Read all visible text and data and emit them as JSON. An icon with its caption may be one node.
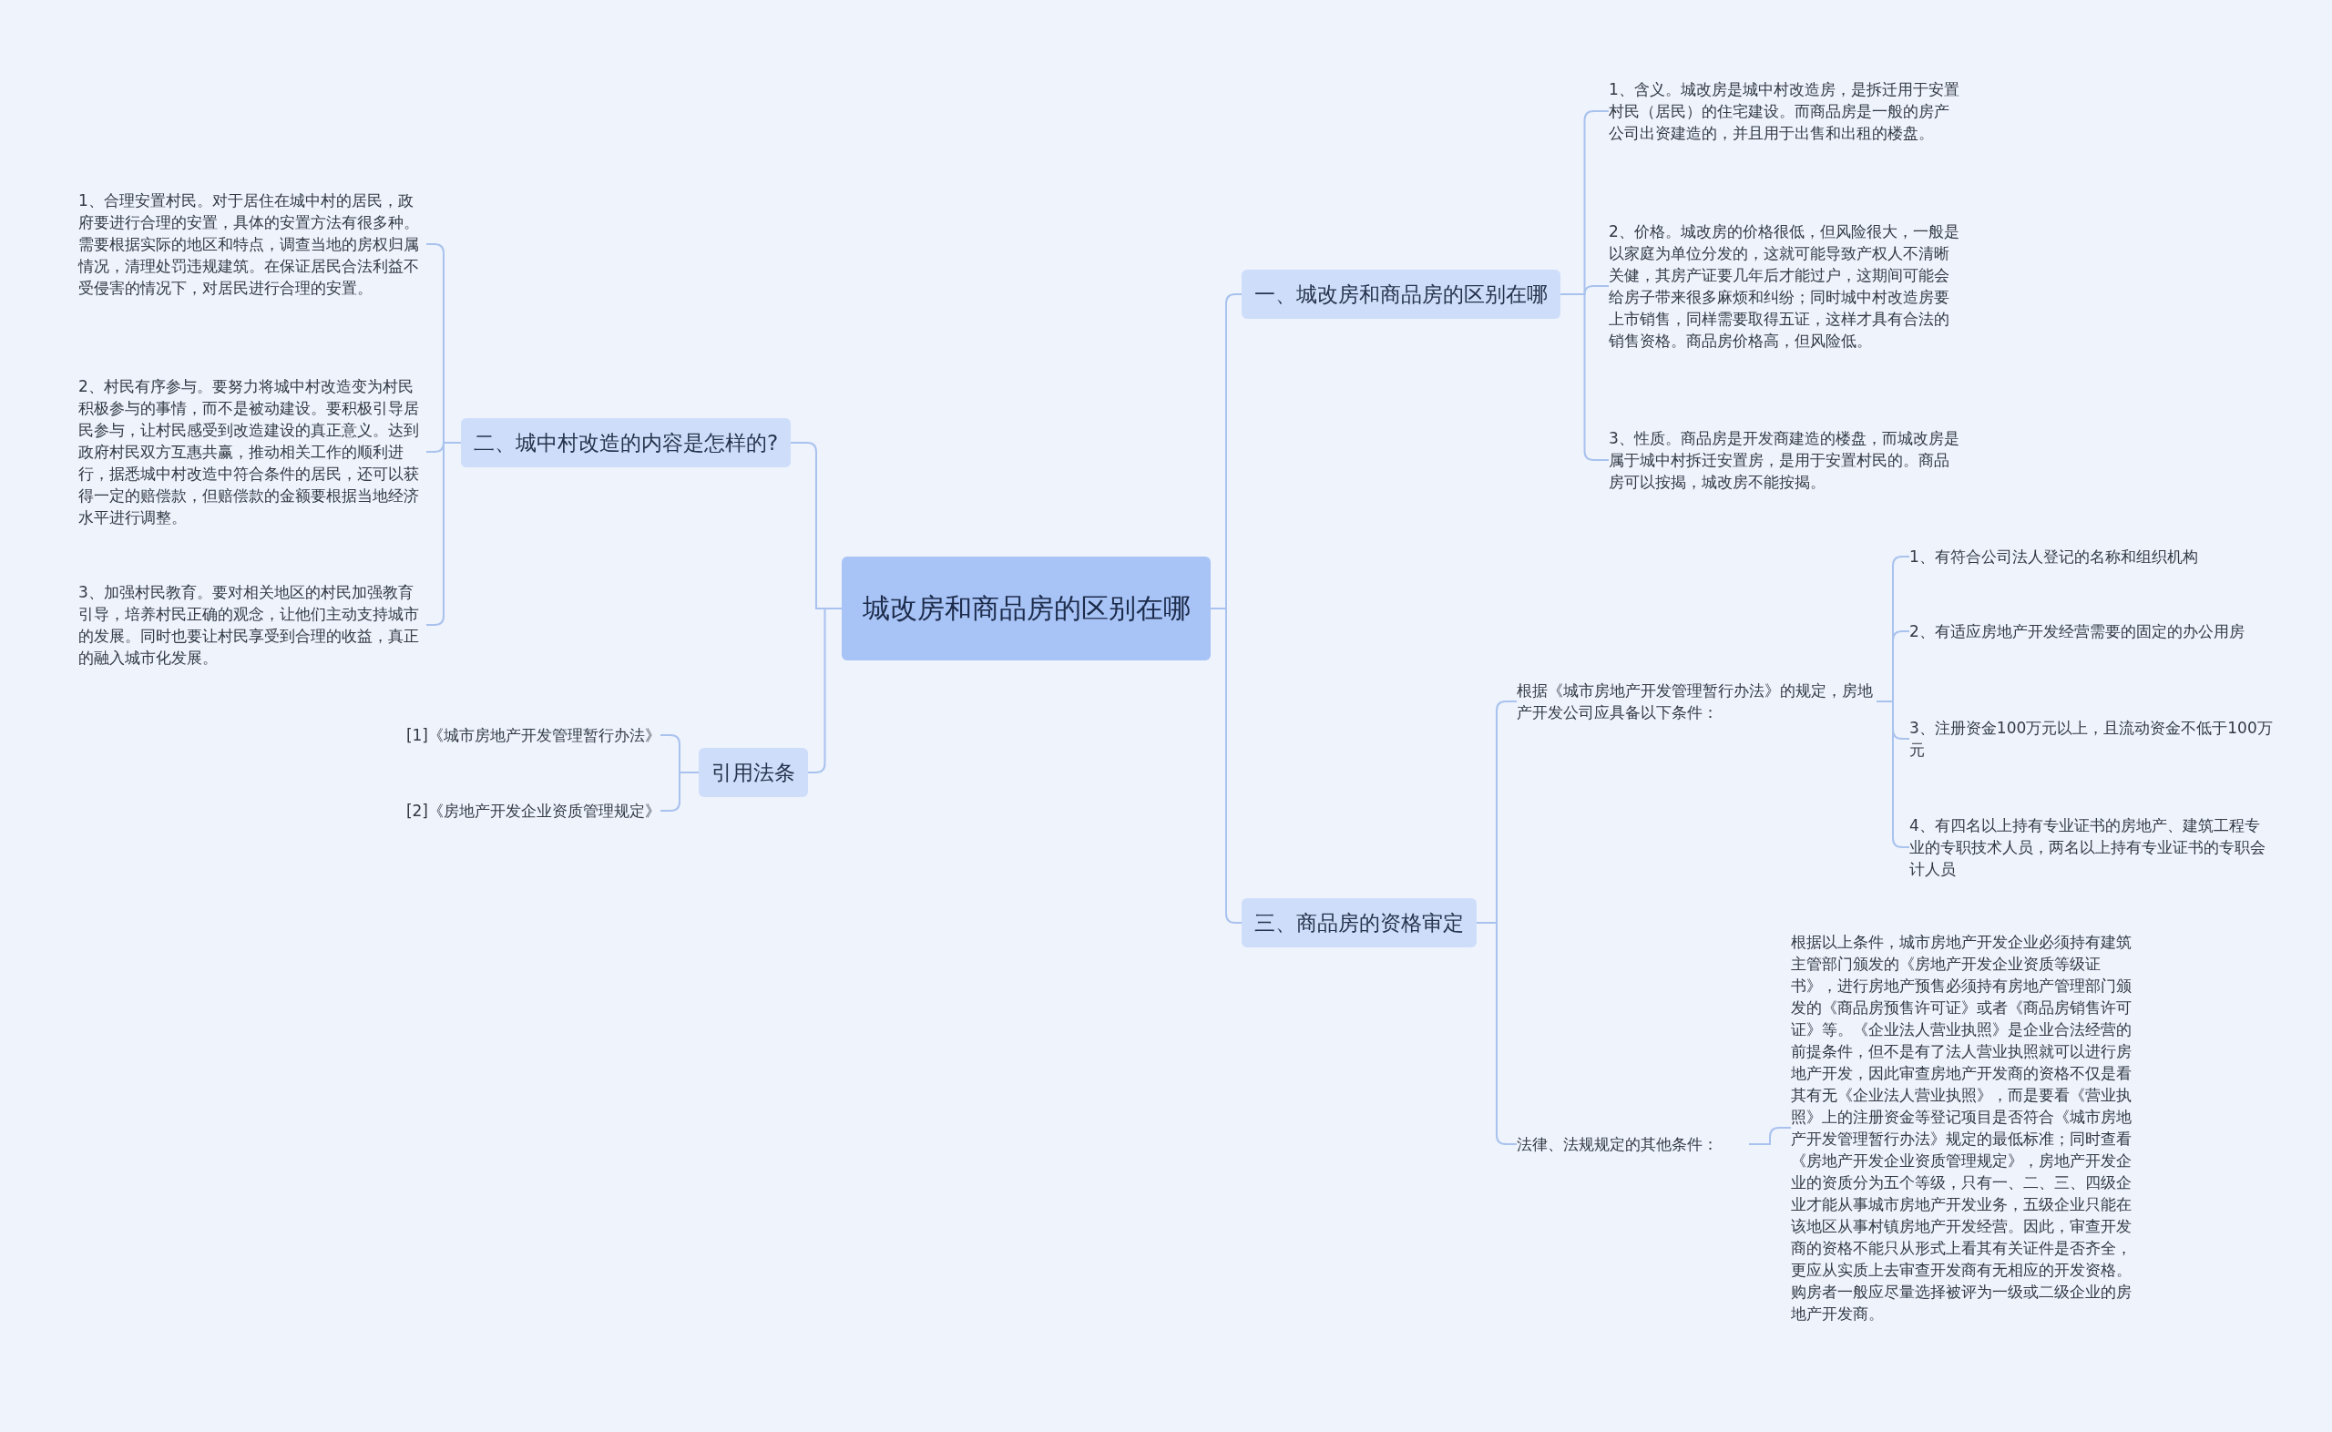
{
  "diagram": {
    "nodes": [
      {
        "text": [
          "城改房和商品房的区别在哪"
        ]
      },
      {
        "text": [
          "一、城改房和商品房的区别在哪"
        ]
      },
      {
        "text": [
          "1、含义。城改房是城中村改造房，是拆迁用于安置村民（居民）的住宅建设。而商品房是一般的房产公司出资建造的，并且用于出售和出租的楼盘。"
        ]
      },
      {
        "text": [
          "2、价格。城改房的价格很低，但风险很大，一般是以家庭为单位分发的，这就可能导致产权人不清晰关健，其房产证要几年后才能过户，这期间可能会给房子带来很多麻烦和纠纷；同时城中村改造房要上市销售，同样需要取得五证，这样才具有合法的销售资格。商品房价格高，但风险低。"
        ]
      },
      {
        "text": [
          "3、性质。商品房是开发商建造的楼盘，而城改房是属于城中村拆迁安置房，是用于安置村民的。商品房可以按揭，城改房不能按揭。"
        ]
      },
      {
        "text": [
          "二、城中村改造的内容是怎样的?"
        ]
      },
      {
        "text": [
          "1、合理安置村民。对于居住在城中村的居民，政府要进行合理的安置，具体的安置方法有很多种。需要根据实际的地区和特点，调查当地的房权归属情况，清理处罚违规建筑。在保证居民合法利益不受侵害的情况下，对居民进行合理的安置。"
        ]
      },
      {
        "text": [
          "2、村民有序参与。要努力将城中村改造变为村民积极参与的事情，而不是被动建设。要积极引导居民参与，让村民感受到改造建设的真正意义。达到政府村民双方互惠共赢，推动相关工作的顺利进行，据悉城中村改造中符合条件的居民，还可以获得一定的赔偿款，但赔偿款的金额要根据当地经济水平进行调整。"
        ]
      },
      {
        "text": [
          "3、加强村民教育。要对相关地区的村民加强教育引导，培养村民正确的观念，让他们主动支持城市的发展。同时也要让村民享受到合理的收益，真正的融入城市化发展。"
        ]
      },
      {
        "text": [
          "引用法条"
        ]
      },
      {
        "text": [
          "[1]《城市房地产开发管理暂行办法》"
        ]
      },
      {
        "text": [
          "[2]《房地产开发企业资质管理规定》"
        ]
      },
      {
        "text": [
          "三、商品房的资格审定"
        ]
      },
      {
        "text": [
          "根据《城市房地产开发管理暂行办法》的规定，房地产开发公司应具备以下条件："
        ]
      },
      {
        "text": [
          "1、有符合公司法人登记的名称和组织机构"
        ]
      },
      {
        "text": [
          "2、有适应房地产开发经营需要的固定的办公用房"
        ]
      },
      {
        "text": [
          "3、注册资金100万元以上，且流动资金不低于100万元"
        ]
      },
      {
        "text": [
          "4、有四名以上持有专业证书的房地产、建筑工程专业的专职技术人员，两名以上持有专业证书的专职会计人员"
        ]
      },
      {
        "text": [
          "法律、法规规定的其他条件："
        ]
      },
      {
        "text": [
          "根据以上条件，城市房地产开发企业必须持有建筑主管部门颁发的《房地产开发企业资质等级证书》，进行房地产预售必须持有房地产管理部门颁发的《商品房预售许可证》或者《商品房销售许可证》等。《企业法人营业执照》是企业合法经营的前提条件，但不是有了法人营业执照就可以进行房地产开发，因此审查房地产开发商的资格不仅是看其有无《企业法人营业执照》，而是要看《营业执照》上的注册资金等登记项目是否符合《城市房地产开发管理暂行办法》规定的最低标准；同时查看《房地产开发企业资质管理规定》，房地产开发企业的资质分为五个等级，只有一、二、三、四级企业才能从事城市房地产开发业务，五级企业只能在该地区从事村镇房地产开发经营。因此，审查开发商的资格不能只从形式上看其有关证件是否齐全，更应从实质上去审查开发商有无相应的开发资格。购房者一般应尽量选择被评为一级或二级企业的房地产开发商。"
        ]
      }
    ],
    "edges": [
      {
        "from": 0,
        "to": 1,
        "arrow": "none"
      },
      {
        "from": 1,
        "to": 2,
        "arrow": "none"
      },
      {
        "from": 1,
        "to": 3,
        "arrow": "none"
      },
      {
        "from": 1,
        "to": 4,
        "arrow": "none"
      },
      {
        "from": 0,
        "to": 5,
        "arrow": "none"
      },
      {
        "from": 5,
        "to": 6,
        "arrow": "none"
      },
      {
        "from": 5,
        "to": 7,
        "arrow": "none"
      },
      {
        "from": 5,
        "to": 8,
        "arrow": "none"
      },
      {
        "from": 0,
        "to": 9,
        "arrow": "none"
      },
      {
        "from": 9,
        "to": 10,
        "arrow": "none"
      },
      {
        "from": 9,
        "to": 11,
        "arrow": "none"
      },
      {
        "from": 0,
        "to": 12,
        "arrow": "none"
      },
      {
        "from": 12,
        "to": 13,
        "arrow": "none"
      },
      {
        "from": 13,
        "to": 14,
        "arrow": "none"
      },
      {
        "from": 13,
        "to": 15,
        "arrow": "none"
      },
      {
        "from": 13,
        "to": 16,
        "arrow": "none"
      },
      {
        "from": 13,
        "to": 17,
        "arrow": "none"
      },
      {
        "from": 12,
        "to": 18,
        "arrow": "none"
      },
      {
        "from": 18,
        "to": 19,
        "arrow": "none"
      }
    ]
  }
}
